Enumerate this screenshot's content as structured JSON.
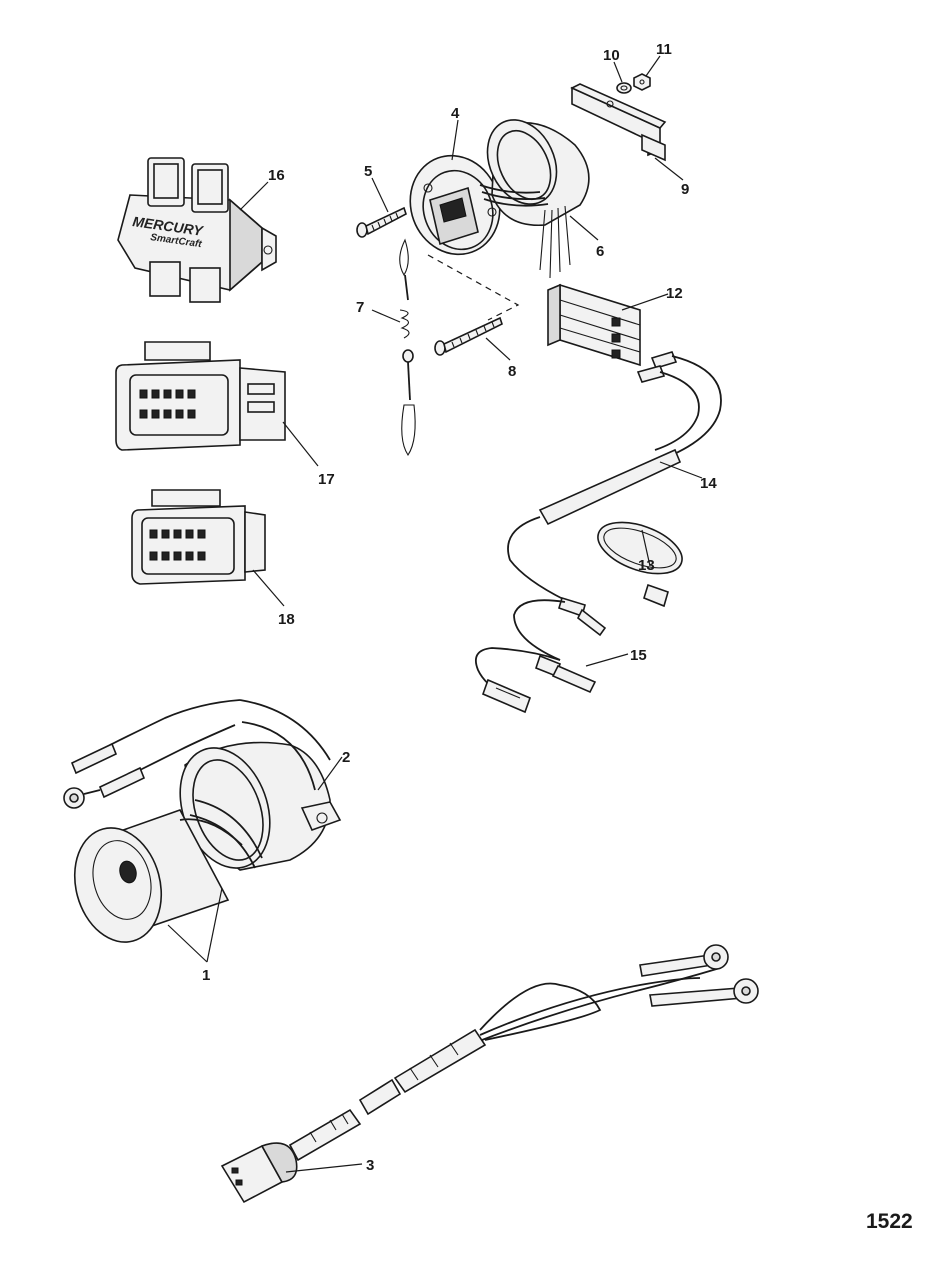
{
  "figure_number": "1522",
  "callouts": [
    {
      "id": "1",
      "text": "1"
    },
    {
      "id": "2",
      "text": "2"
    },
    {
      "id": "3",
      "text": "3"
    },
    {
      "id": "4",
      "text": "4"
    },
    {
      "id": "5",
      "text": "5"
    },
    {
      "id": "6",
      "text": "6"
    },
    {
      "id": "7",
      "text": "7"
    },
    {
      "id": "8",
      "text": "8"
    },
    {
      "id": "9",
      "text": "9"
    },
    {
      "id": "10",
      "text": "10"
    },
    {
      "id": "11",
      "text": "11"
    },
    {
      "id": "12",
      "text": "12"
    },
    {
      "id": "13",
      "text": "13"
    },
    {
      "id": "14",
      "text": "14"
    },
    {
      "id": "15",
      "text": "15"
    },
    {
      "id": "16",
      "text": "16"
    },
    {
      "id": "17",
      "text": "17"
    },
    {
      "id": "18",
      "text": "18"
    }
  ],
  "junction_box_brand": {
    "line1": "MERCURY",
    "line2": "SmartCraft"
  }
}
